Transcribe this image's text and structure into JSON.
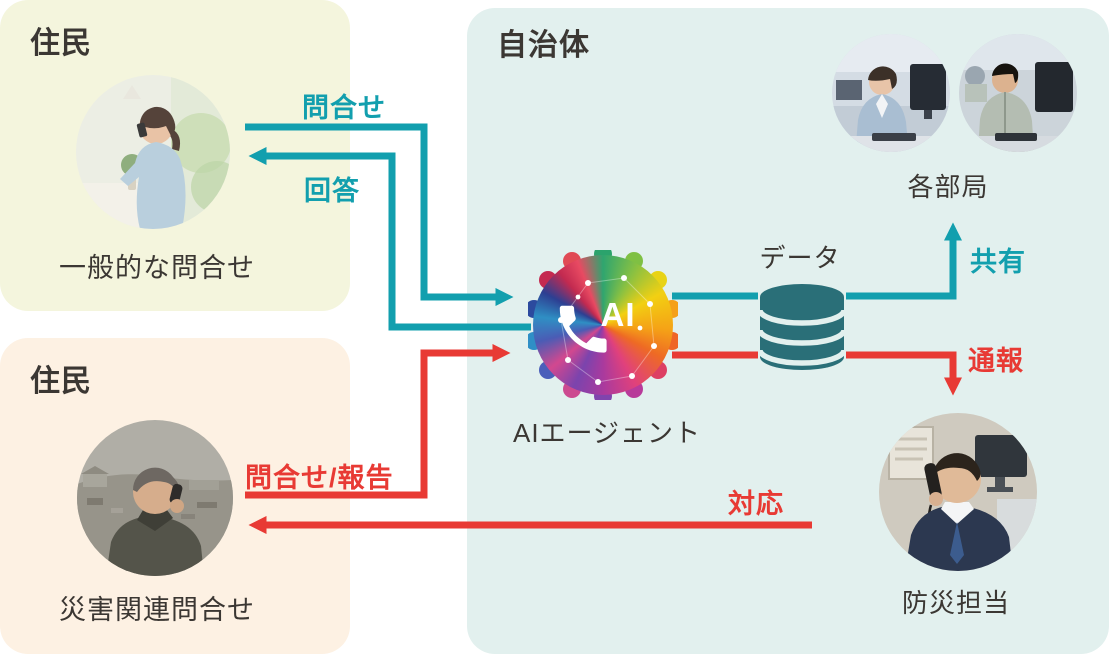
{
  "boxes": {
    "residents_general": {
      "title": "住民",
      "caption": "一般的な問合せ",
      "photo": "woman-calling-photo"
    },
    "residents_disaster": {
      "title": "住民",
      "caption": "災害関連問合せ",
      "photo": "man-calling-disaster-photo"
    },
    "government": {
      "title": "自治体"
    }
  },
  "nodes": {
    "ai_agent": {
      "label": "AIエージェント",
      "icon_text": "AI",
      "icon": "ai-phone-icon"
    },
    "database": {
      "label": "データ",
      "icon": "database-icon"
    },
    "departments": {
      "label": "各部局",
      "photos": [
        "office-woman-photo",
        "office-man-photo"
      ]
    },
    "disaster_staff": {
      "label": "防災担当",
      "photo": "staff-on-phone-photo"
    }
  },
  "flows": {
    "inquiry": {
      "label": "問合せ",
      "color": "#129fae"
    },
    "answer": {
      "label": "回答",
      "color": "#129fae"
    },
    "inquiry_report": {
      "label": "問合せ/報告",
      "color": "#e83a34"
    },
    "response": {
      "label": "対応",
      "color": "#e83a34"
    },
    "share": {
      "label": "共有",
      "color": "#129fae"
    },
    "report": {
      "label": "通報",
      "color": "#e83a34"
    }
  },
  "palette": {
    "teal_arrow": "#129fae",
    "red_arrow": "#e83a34",
    "database_teal": "#2a6f78",
    "residents_general_bg": "#f4f5dd",
    "residents_disaster_bg": "#fdf1e3",
    "government_bg": "#e2f0ee",
    "text_dark": "#3b3733"
  }
}
